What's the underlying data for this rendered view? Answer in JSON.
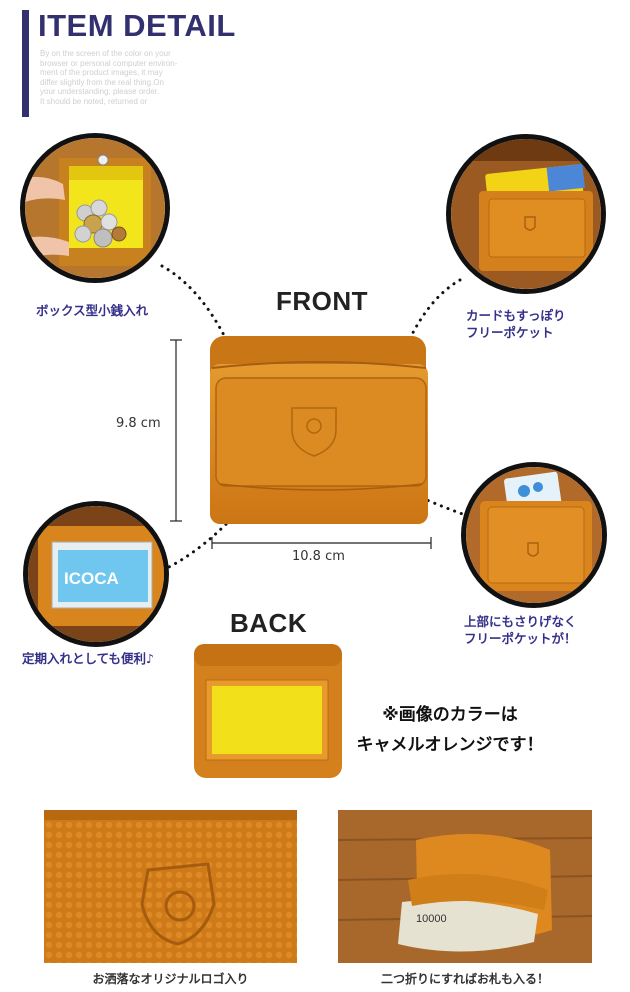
{
  "header": {
    "title": "ITEM DETAIL",
    "note_lines": [
      "By on the screen of the color on your",
      "browser or personal computer environ-",
      "ment of the product images, it may",
      "differ slightly from the real thing.On",
      "your understanding, please order.",
      "It should be noted, returned or"
    ]
  },
  "front": {
    "label": "FRONT",
    "height": "9.8 cm",
    "width": "10.8 cm"
  },
  "back": {
    "label": "BACK"
  },
  "callouts": {
    "coin": "ボックス型小銭入れ",
    "card_line1": "カードもすっぽり",
    "card_line2": "フリーポケット",
    "pass": "定期入れとしても便利♪",
    "top_line1": "上部にもさりげなく",
    "top_line2": "フリーポケットが！"
  },
  "card_text": "ICOCA",
  "color_note": {
    "line1": "※画像のカラーは",
    "line2": "キャメルオレンジです！"
  },
  "photos": {
    "logo_caption": "お洒落なオリジナルロゴ入り",
    "bill_caption": "二つ折りにすればお札も入る！",
    "bill_number": "10000"
  },
  "colors": {
    "accent": "#32306e",
    "caption": "#35318a",
    "leather": "#d9871c"
  }
}
